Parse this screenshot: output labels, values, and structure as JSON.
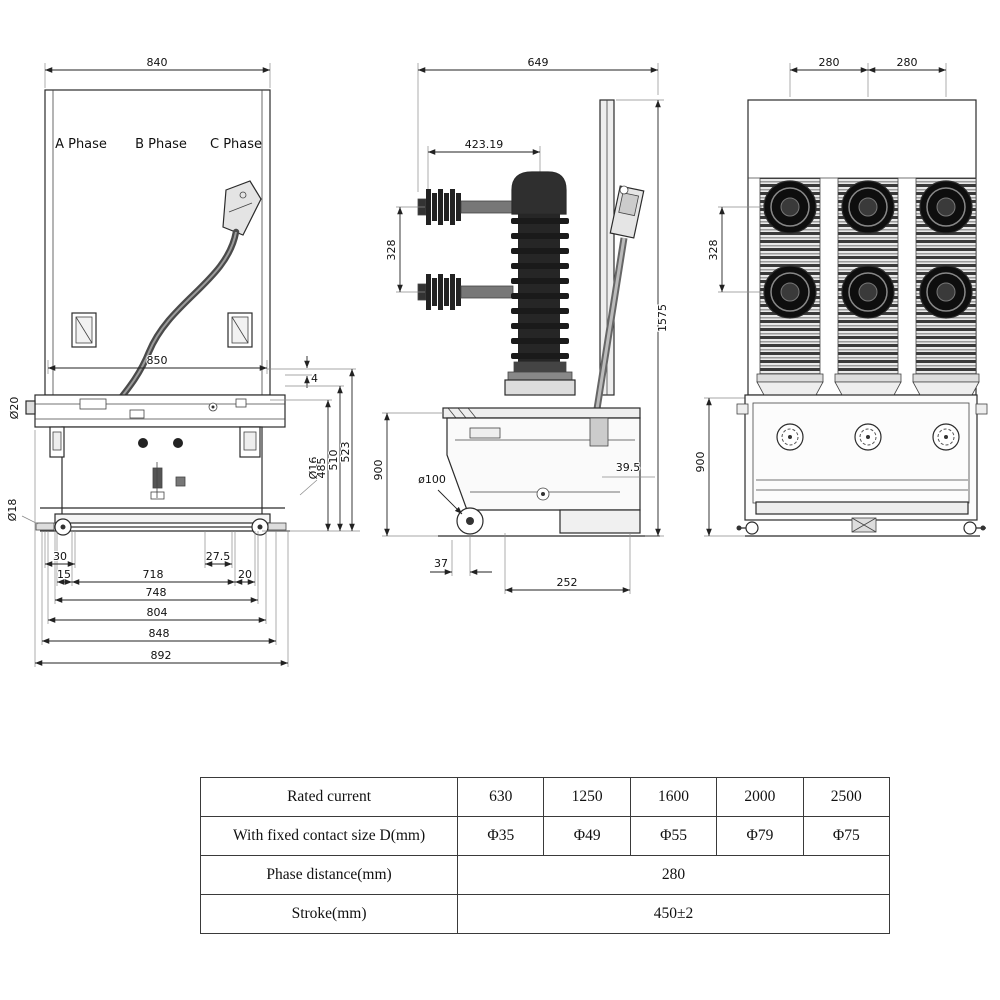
{
  "views": {
    "front": {
      "phases": [
        "A Phase",
        "B Phase",
        "C Phase"
      ],
      "dims": {
        "w840": "840",
        "w850": "850",
        "g4": "4",
        "d20": "Ø20",
        "d16": "Ø16",
        "d18": "Ø18",
        "h485": "485",
        "h510": "510",
        "h523": "523",
        "w30": "30",
        "w27_5": "27.5",
        "w15": "15",
        "w718": "718",
        "w20": "20",
        "w748": "748",
        "w804": "804",
        "w848": "848",
        "w892": "892"
      }
    },
    "side": {
      "dims": {
        "w649": "649",
        "w423_19": "423.19",
        "h328": "328",
        "h900": "900",
        "h1575": "1575",
        "d100": "ø100",
        "w39_5": "39.5",
        "w37": "37",
        "w252": "252"
      }
    },
    "rear": {
      "dims": {
        "w280a": "280",
        "w280b": "280",
        "h328": "328",
        "h900": "900"
      }
    }
  },
  "table": {
    "rows": [
      {
        "label": "Rated current",
        "values": [
          "630",
          "1250",
          "1600",
          "2000",
          "2500"
        ]
      },
      {
        "label": "With fixed contact size D(mm)",
        "values": [
          "Φ35",
          "Φ49",
          "Φ55",
          "Φ79",
          "Φ75"
        ]
      },
      {
        "label": "Phase distance(mm)",
        "value": "280"
      },
      {
        "label": "Stroke(mm)",
        "value": "450±2"
      }
    ]
  }
}
